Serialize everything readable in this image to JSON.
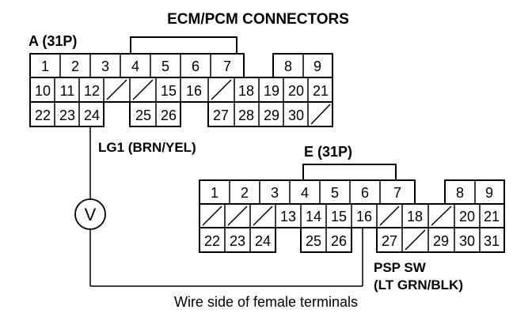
{
  "title": "ECM/PCM CONNECTORS",
  "connector_a": {
    "label": "A (31P)",
    "row1": [
      "1",
      "2",
      "3",
      "4",
      "5",
      "6",
      "7",
      "8",
      "9"
    ],
    "row2": [
      "10",
      "11",
      "12",
      "",
      "",
      "15",
      "16",
      "",
      "18",
      "19",
      "20",
      "21"
    ],
    "row3": [
      "22",
      "23",
      "24",
      "25",
      "26",
      "27",
      "28",
      "29",
      "30",
      ""
    ]
  },
  "connector_e": {
    "label": "E (31P)",
    "row1": [
      "1",
      "2",
      "3",
      "4",
      "5",
      "6",
      "7",
      "8",
      "9"
    ],
    "row2": [
      "",
      "",
      "",
      "13",
      "14",
      "15",
      "16",
      "",
      "18",
      "",
      "20",
      "21"
    ],
    "row3": [
      "22",
      "23",
      "24",
      "25",
      "26",
      "27",
      "",
      "29",
      "30",
      "31"
    ]
  },
  "wire_lg1": "LG1 (BRN/YEL)",
  "meter_symbol": "V",
  "wire_psp_line1": "PSP SW",
  "wire_psp_line2": "(LT GRN/BLK)",
  "caption": "Wire side of female terminals"
}
